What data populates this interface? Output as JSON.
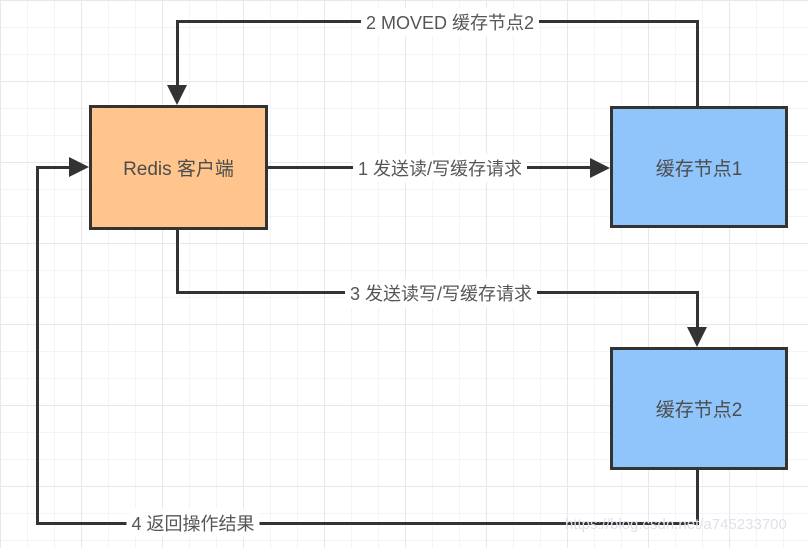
{
  "diagram": {
    "nodes": {
      "redis_client": {
        "label": "Redis 客户端",
        "fill": "#ffc58c",
        "border": "#333333"
      },
      "cache_node_1": {
        "label": "缓存节点1",
        "fill": "#90c5fc",
        "border": "#333333"
      },
      "cache_node_2": {
        "label": "缓存节点2",
        "fill": "#90c5fc",
        "border": "#333333"
      }
    },
    "edges": {
      "edge_1": {
        "label": "1 发送读/写缓存请求",
        "from": "redis_client",
        "to": "cache_node_1"
      },
      "edge_2": {
        "label": "2 MOVED 缓存节点2",
        "from": "cache_node_1",
        "to": "redis_client"
      },
      "edge_3": {
        "label": "3 发送读写/写缓存请求",
        "from": "redis_client",
        "to": "cache_node_2"
      },
      "edge_4": {
        "label": "4 返回操作结果",
        "from": "cache_node_2",
        "to": "redis_client"
      }
    },
    "watermark": "https://blog.csdn.net/a745233700",
    "colors": {
      "line": "#333333",
      "edge_label_text": "#565656",
      "node_text": "#4d4d4d",
      "watermark_text": "#dde1e9",
      "grid_minor": "#f4f4f6",
      "grid_major": "#e8e8eb",
      "background": "#ffffff"
    }
  }
}
